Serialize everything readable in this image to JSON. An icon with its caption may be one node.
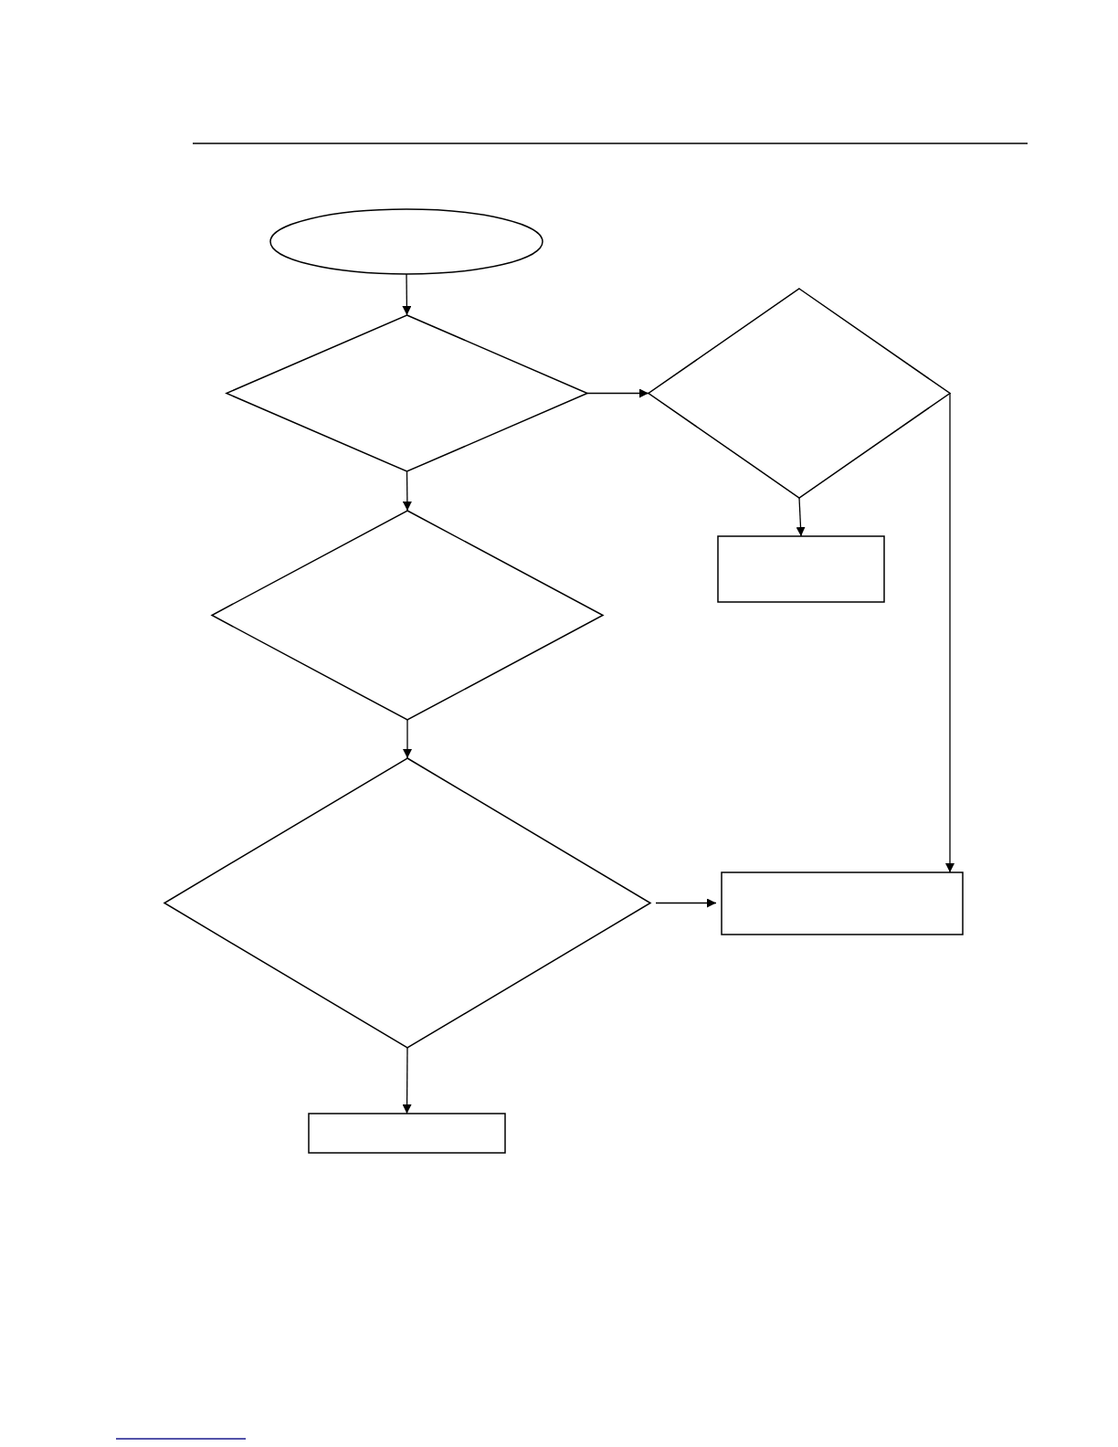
{
  "diagram": {
    "nodes": [
      {
        "text": [],
        "shape": "ellipse"
      },
      {
        "text": [],
        "shape": "diamond"
      },
      {
        "text": [],
        "shape": "diamond"
      },
      {
        "text": [],
        "shape": "box"
      },
      {
        "text": [],
        "shape": "diamond"
      },
      {
        "text": [],
        "shape": "diamond"
      },
      {
        "text": [],
        "shape": "box"
      },
      {
        "text": [],
        "shape": "box"
      }
    ],
    "edges": [
      {
        "from": 0,
        "to": 1,
        "arrow": "to"
      },
      {
        "from": 1,
        "to": 2,
        "arrow": "to"
      },
      {
        "from": 2,
        "to": 3,
        "arrow": "to"
      },
      {
        "from": 2,
        "to": 6,
        "arrow": "to"
      },
      {
        "from": 1,
        "to": 4,
        "arrow": "to"
      },
      {
        "from": 4,
        "to": 5,
        "arrow": "to"
      },
      {
        "from": 5,
        "to": 6,
        "arrow": "to"
      },
      {
        "from": 5,
        "to": 7,
        "arrow": "to"
      }
    ]
  }
}
